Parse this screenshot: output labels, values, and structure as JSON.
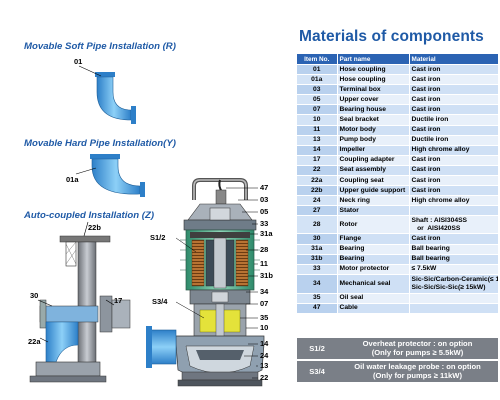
{
  "installations": {
    "soft_title": "Movable Soft Pipe Installation (R)",
    "hard_title": "Movable Hard Pipe  Installation(Y)",
    "auto_title": "Auto-coupled Installation (Z)",
    "soft_label": "01",
    "hard_label": "01a",
    "auto_labels": [
      "22b",
      "30",
      "17",
      "22a"
    ]
  },
  "pump_labels": {
    "left": [
      "S1/2",
      "S3/4"
    ],
    "right": [
      "47",
      "03",
      "05",
      "33",
      "31a",
      "28",
      "11",
      "31b",
      "34",
      "07",
      "35",
      "10",
      "14",
      "24",
      "13",
      "22"
    ]
  },
  "materials": {
    "title": "Materials of components",
    "headers": [
      "Item No.",
      "Part name",
      "Material"
    ],
    "rows": [
      {
        "no": "01",
        "part": "Hose coupling",
        "material": "Cast iron"
      },
      {
        "no": "01a",
        "part": "Hose coupling",
        "material": "Cast iron"
      },
      {
        "no": "03",
        "part": "Terminal box",
        "material": "Cast iron"
      },
      {
        "no": "05",
        "part": "Upper cover",
        "material": "Cast iron"
      },
      {
        "no": "07",
        "part": "Bearing house",
        "material": "Cast iron"
      },
      {
        "no": "10",
        "part": "Seal bracket",
        "material": "Ductile iron"
      },
      {
        "no": "11",
        "part": "Motor body",
        "material": "Cast iron"
      },
      {
        "no": "13",
        "part": "Pump body",
        "material": "Ductile iron"
      },
      {
        "no": "14",
        "part": "Impeller",
        "material": "High chrome alloy"
      },
      {
        "no": "17",
        "part": "Coupling adapter",
        "material": "Cast iron"
      },
      {
        "no": "22",
        "part": "Seat assembly",
        "material": "Cast iron"
      },
      {
        "no": "22a",
        "part": "Coupling seat",
        "material": "Cast iron"
      },
      {
        "no": "22b",
        "part": "Upper guide support",
        "material": "Cast iron"
      },
      {
        "no": "24",
        "part": "Neck ring",
        "material": "High chrome alloy"
      },
      {
        "no": "27",
        "part": "Stator",
        "material": ""
      },
      {
        "no": "28",
        "part": "Rotor",
        "material": "Shaft : AISI304SS\n   or  AISI420SS"
      },
      {
        "no": "30",
        "part": "Flange",
        "material": "Cast iron"
      },
      {
        "no": "31a",
        "part": "Bearing",
        "material": "Ball bearing"
      },
      {
        "no": "31b",
        "part": "Bearing",
        "material": "Ball bearing"
      },
      {
        "no": "33",
        "part": "Motor protector",
        "material": "≤ 7.5kW"
      },
      {
        "no": "34",
        "part": "Mechanical seal",
        "material": "Sic-Sic/Carbon-Ceramic(≤ 11kW)\nSic-Sic/Sic-Sic(≥ 15kW)"
      },
      {
        "no": "35",
        "part": "Oil seal",
        "material": ""
      },
      {
        "no": "47",
        "part": "Cable",
        "material": ""
      }
    ],
    "notes": [
      {
        "id": "S1/2",
        "text": "Overheat protector : on option\n(Only for pumps ≥ 5.5kW)"
      },
      {
        "id": "S3/4",
        "text": "Oil water leakage probe : on option\n(Only for pumps ≥ 11kW)"
      }
    ]
  },
  "colors": {
    "accent_blue": "#1f5aa6",
    "header_blue": "#2b63b3",
    "pipe_blue": "#4aa6e8",
    "note_gray": "#7a7f87"
  }
}
